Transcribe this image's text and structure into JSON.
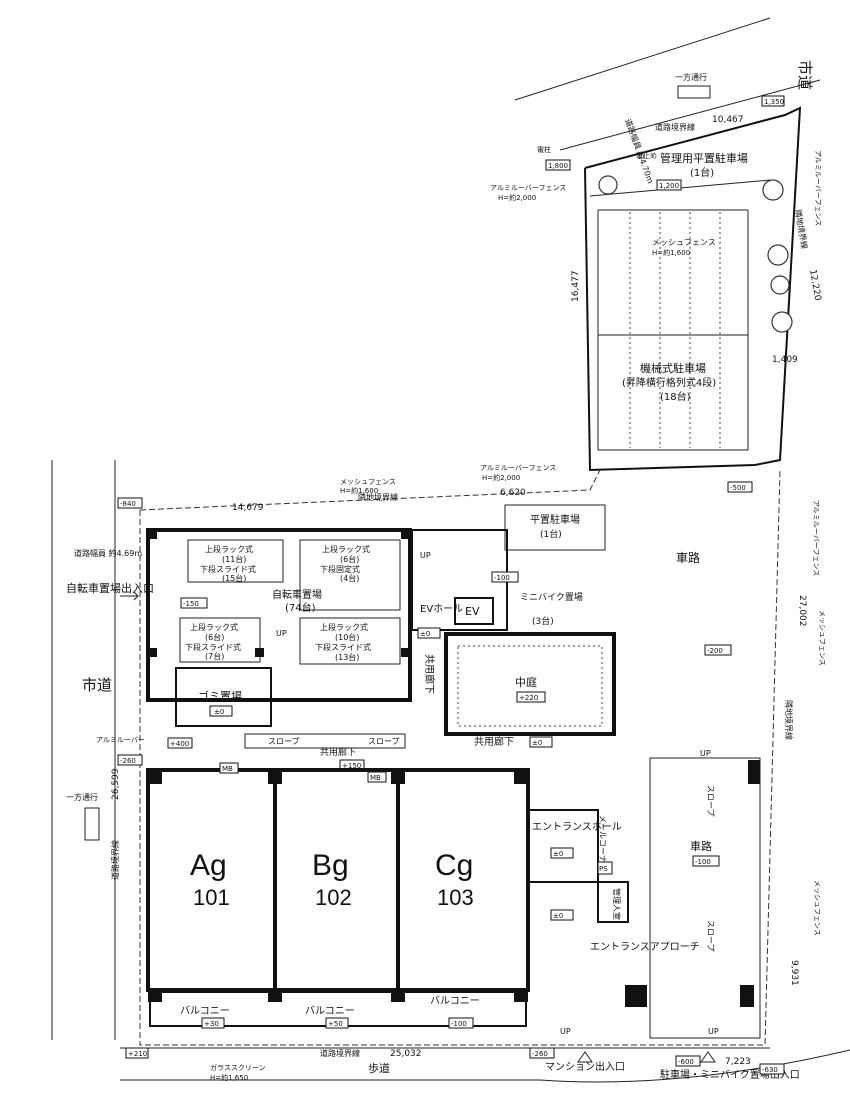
{
  "plan": {
    "road_north": "市道",
    "road_west": "市道",
    "one_way_north": "一方通行",
    "one_way_west": "一方通行",
    "road_width_north": "道路幅員 約4.70m",
    "road_width_west": "道路幅員 約4.69m",
    "sidewalk": "歩道",
    "boundary_north_label": "道路境界線",
    "boundary_north_value": "10,467",
    "boundary_mid_label": "隣地境界線",
    "boundary_mid_value": "14,679",
    "boundary_mid_value2": "6,620",
    "boundary_east_label": "隣地境界線",
    "boundary_east_value": "12,220",
    "boundary_east2_label": "隣地境界線",
    "boundary_east2_value": "27,002",
    "boundary_west_label": "道路境界線",
    "boundary_west_value": "26,599",
    "boundary_south_label": "道路境界線",
    "boundary_south_value": "25,032",
    "dim_16477": "16,477",
    "dim_1409": "1,409",
    "dim_9931": "9,931",
    "dim_7223": "7,223",
    "adjacent_label": "隣地境界線",
    "parking_mgmt": "管理用平置駐車場",
    "parking_mgmt_count": "(1台)",
    "parking_mech": "機械式駐車場",
    "parking_mech_type": "(昇降横行格列式4段)",
    "parking_mech_count": "(18台)",
    "parking_flat": "平置駐車場",
    "parking_flat_count": "(1台)",
    "bike_parking": "自転車置場",
    "bike_parking_count": "(74台)",
    "motorbike": "ミニバイク置場",
    "motorbike_count": "(3台)",
    "rack_a1": "上段ラック式",
    "rack_a2": "(11台)",
    "rack_a3": "下段スライド式",
    "rack_a4": "(15台)",
    "rack_b1": "上段ラック式",
    "rack_b2": "(6台)",
    "rack_b3": "下段固定式",
    "rack_b4": "(4台)",
    "rack_c1": "上段ラック式",
    "rack_c2": "(6台)",
    "rack_c3": "下段スライド式",
    "rack_c4": "(7台)",
    "rack_d1": "上段ラック式",
    "rack_d2": "(10台)",
    "rack_d3": "下段スライド式",
    "rack_d4": "(13台)",
    "ev": "EV",
    "ev_hall": "EVホール",
    "corridor": "共用廊下",
    "corridor_v": "共用廊下",
    "courtyard": "中庭",
    "courtyard_level": "+220",
    "garbage": "ゴミ置場",
    "garbage_level": "±0",
    "entrance_hall": "エントランスホール",
    "entrance_hall_level": "±0",
    "entrance_approach": "エントランスアプローチ",
    "mgmt_room": "管理人室",
    "mailbox": "メールコーナー",
    "car_road": "車路",
    "car_road2": "車路",
    "car_road2_level": "-100",
    "slope": "スロープ",
    "slope2": "スロープ",
    "slope3": "スロープ",
    "balcony": "バルコニー",
    "unit_a_code": "Ag",
    "unit_a_num": "101",
    "unit_b_code": "Bg",
    "unit_b_num": "102",
    "unit_c_code": "Cg",
    "unit_c_num": "103",
    "bike_entrance": "自転車置場出入口",
    "mansion_entrance": "マンション出入口",
    "parking_entrance": "駐車場・ミニバイク置場出入口",
    "mesh_fence": "メッシュフェンス",
    "mesh_fence_h": "H=約1,600",
    "alum_fence": "アルミルーバーフェンス",
    "alum_fence_h": "H=約2,000",
    "glass_screen": "ガラススクリーン",
    "glass_screen_h": "H=約1,650",
    "louver": "アルミルーバー",
    "up": "UP",
    "level_m840": "-840",
    "level_m500": "-500",
    "level_m200": "-200",
    "level_p400": "+400",
    "level_m260": "-260",
    "level_p150": "+150",
    "level_p30": "+30",
    "level_p50": "+50",
    "level_m100": "-100",
    "level_p210": "+210",
    "level_m600": "-600",
    "level_m630": "-630",
    "level_m150": "-150",
    "level_1350": "1,350",
    "level_1800": "1,800",
    "level_1200": "1,200",
    "level_0": "±0",
    "utility_pole": "電柱",
    "stop": "車止め",
    "mb": "MB",
    "ps": "PS"
  }
}
